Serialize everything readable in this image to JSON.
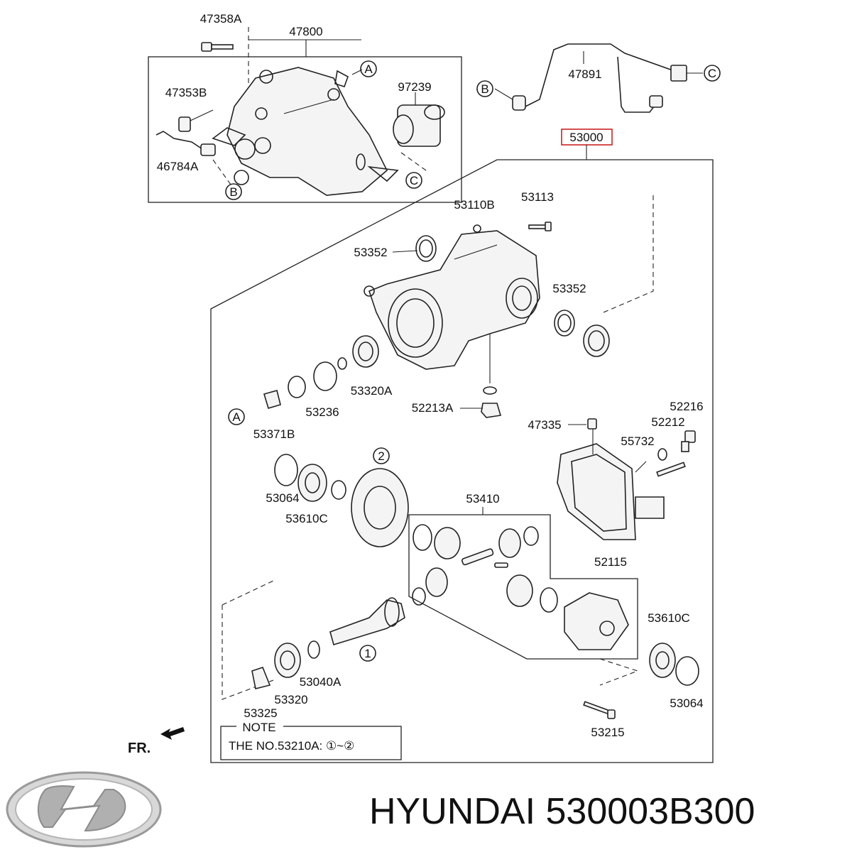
{
  "labels": {
    "p47358A": "47358A",
    "p47800": "47800",
    "p47353B": "47353B",
    "p46784A": "46784A",
    "p97239": "97239",
    "p47891": "47891",
    "p53000": "53000",
    "p53110B": "53110B",
    "p53113": "53113",
    "p53352a": "53352",
    "p53352b": "53352",
    "p53320A": "53320A",
    "p53236": "53236",
    "p53371B": "53371B",
    "p52213A": "52213A",
    "p47335": "47335",
    "p52216": "52216",
    "p52212": "52212",
    "p55732": "55732",
    "p53064a": "53064",
    "p53610Ca": "53610C",
    "p53410": "53410",
    "p52115": "52115",
    "p53610Cb": "53610C",
    "p53064b": "53064",
    "p53040A": "53040A",
    "p53320": "53320",
    "p53325": "53325",
    "p53215": "53215"
  },
  "callouts": {
    "a1": "A",
    "a2": "A",
    "b1": "B",
    "b2": "B",
    "c1": "C",
    "c2": "C",
    "n1": "1",
    "n2": "2"
  },
  "note": {
    "title": "NOTE",
    "text": "THE NO.53210A: ①~②"
  },
  "front_marker": "FR.",
  "brand": {
    "text": "HYUNDAI 530003B300"
  },
  "colors": {
    "highlight": "#cc2222",
    "ink": "#222222"
  }
}
